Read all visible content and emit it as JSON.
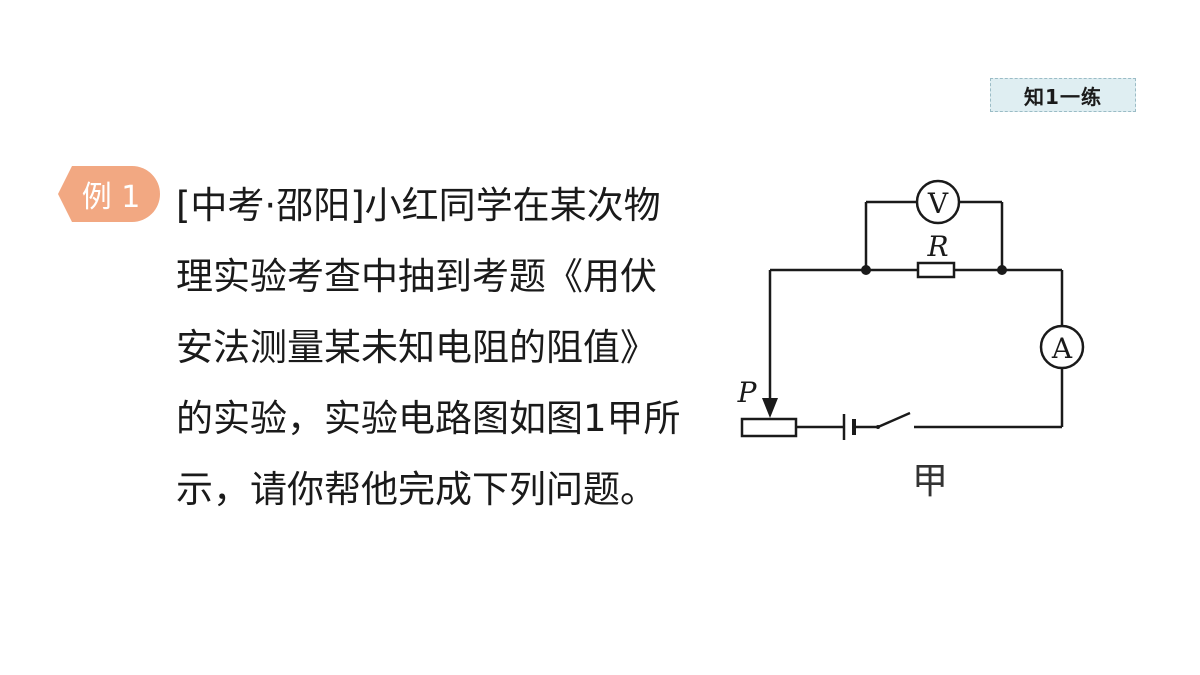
{
  "tag": {
    "label": "知1一练"
  },
  "example": {
    "label": "例 1"
  },
  "question": {
    "lines": [
      "[中考·邵阳]小红同学在某次物",
      "理实验考查中抽到考题《用伏",
      "安法测量某未知电阻的阻值》",
      "的实验，实验电路图如图1甲所",
      "示，请你帮他完成下列问题。"
    ]
  },
  "circuit": {
    "voltmeter_symbol": "V",
    "ammeter_symbol": "A",
    "resistor_label": "R",
    "slider_label": "P",
    "caption": "甲"
  }
}
